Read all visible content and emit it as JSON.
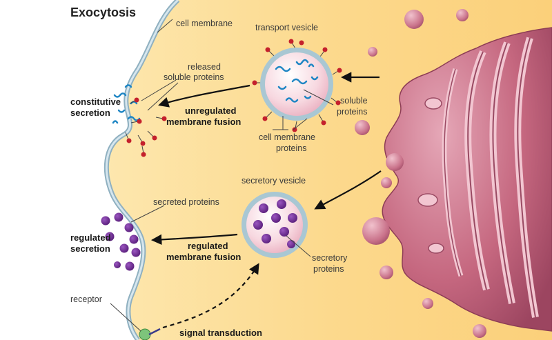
{
  "title": "Exocytosis",
  "labels": {
    "cell_membrane": "cell membrane",
    "transport_vesicle": "transport vesicle",
    "released_line1": "released",
    "released_line2": "soluble proteins",
    "constitutive_line1": "constitutive",
    "constitutive_line2": "secretion",
    "unregulated_line1": "unregulated",
    "unregulated_line2": "membrane fusion",
    "soluble_line1": "soluble",
    "soluble_line2": "proteins",
    "cell_membrane_proteins_line1": "cell membrane",
    "cell_membrane_proteins_line2": "proteins",
    "secretory_vesicle": "secretory vesicle",
    "secreted_proteins": "secreted proteins",
    "regulated_secretion_line1": "regulated",
    "regulated_secretion_line2": "secretion",
    "regulated_fusion_line1": "regulated",
    "regulated_fusion_line2": "membrane fusion",
    "secretory_proteins_line1": "secretory",
    "secretory_proteins_line2": "proteins",
    "receptor": "receptor",
    "signal_transduction": "signal transduction"
  },
  "colors": {
    "cytoplasm": "#fbd98e",
    "membrane": "#a9c3d0",
    "golgi": "#c0637c",
    "soluble_protein": "#1f86c4",
    "membrane_protein": "#c4202c",
    "secretory_protein": "#6a2a8e",
    "receptor": "#7dc47b"
  }
}
